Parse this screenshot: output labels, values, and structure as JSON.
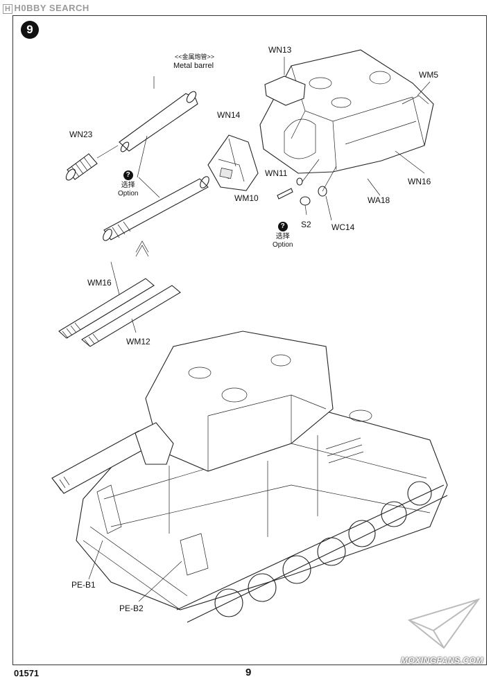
{
  "watermark": {
    "badge": "H",
    "text": "H0BBY SEARCH"
  },
  "step_number": "9",
  "labels": {
    "cn_metal_barrel": "<<金属炮管>>",
    "metal_barrel": "Metal barrel",
    "wn23": "WN23",
    "option_cn": "选择",
    "option_en": "Option",
    "option_icon": "?",
    "wn14": "WN14",
    "wn13": "WN13",
    "wm5": "WM5",
    "wn16": "WN16",
    "wn11": "WN11",
    "wm10": "WM10",
    "s2": "S2",
    "wa18": "WA18",
    "wc14": "WC14",
    "wm16": "WM16",
    "wm12": "WM12",
    "pe_b1": "PE-B1",
    "pe_b2": "PE-B2"
  },
  "footer": {
    "kit_number": "01571",
    "page_number": "9"
  },
  "site_watermark": "MOXINGFANS.COM",
  "icons": [
    "question-icon",
    "paper-plane-logo-icon",
    "direction-arrows-icon"
  ]
}
